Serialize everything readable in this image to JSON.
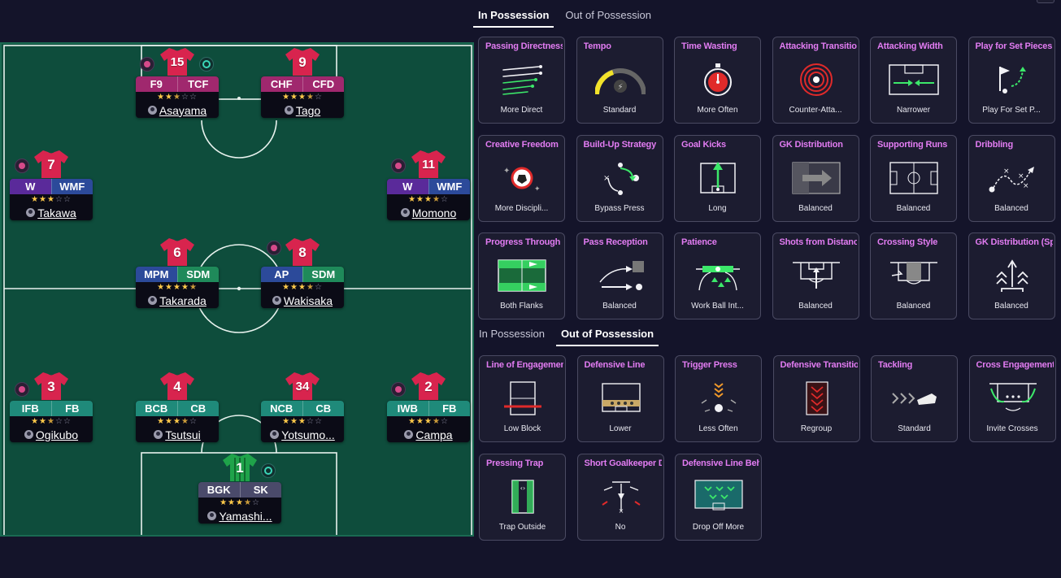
{
  "colors": {
    "pitch": "#0e4d3c",
    "shirt_red": "#d8244e",
    "shirt_green": "#1fa34a",
    "tile_title": "#e27cf2",
    "accent_green": "#3ce86a"
  },
  "players": [
    {
      "number": "15",
      "roles": [
        "F9",
        "TCF"
      ],
      "role_colors": [
        "#a0286e",
        "#a0286e"
      ],
      "rating": 2.5,
      "stars": "★★",
      "half": "★",
      "empty": "☆☆",
      "name": "Asayama"
    },
    {
      "number": "9",
      "roles": [
        "CHF",
        "CFD"
      ],
      "role_colors": [
        "#a0286e",
        "#a0286e"
      ],
      "rating": 3.5,
      "stars": "★★★",
      "half": "★",
      "empty": "☆",
      "name": "Tago"
    },
    {
      "number": "7",
      "roles": [
        "W",
        "WMF"
      ],
      "role_colors": [
        "#5a2a9a",
        "#2c4a9a"
      ],
      "rating": 3,
      "stars": "★★★",
      "half": "",
      "empty": "☆☆",
      "name": "Takawa"
    },
    {
      "number": "11",
      "roles": [
        "W",
        "WMF"
      ],
      "role_colors": [
        "#5a2a9a",
        "#2c4a9a"
      ],
      "rating": 3.5,
      "stars": "★★★",
      "half": "★",
      "empty": "☆",
      "name": "Momono"
    },
    {
      "number": "6",
      "roles": [
        "MPM",
        "SDM"
      ],
      "role_colors": [
        "#2c4a9a",
        "#1f8a5a"
      ],
      "rating": 4.5,
      "stars": "★★★★",
      "half": "★",
      "empty": "",
      "name": "Takarada"
    },
    {
      "number": "8",
      "roles": [
        "AP",
        "SDM"
      ],
      "role_colors": [
        "#2c4a9a",
        "#1f8a5a"
      ],
      "rating": 3.5,
      "stars": "★★★",
      "half": "★",
      "empty": "☆",
      "name": "Wakisaka"
    },
    {
      "number": "3",
      "roles": [
        "IFB",
        "FB"
      ],
      "role_colors": [
        "#1f8a7a",
        "#1f8a7a"
      ],
      "rating": 2.5,
      "stars": "★★",
      "half": "★",
      "empty": "☆☆",
      "name": "Ogikubo"
    },
    {
      "number": "4",
      "roles": [
        "BCB",
        "CB"
      ],
      "role_colors": [
        "#1f8a7a",
        "#1f8a7a"
      ],
      "rating": 3.5,
      "stars": "★★★",
      "half": "★",
      "empty": "☆",
      "name": "Tsutsui"
    },
    {
      "number": "34",
      "roles": [
        "NCB",
        "CB"
      ],
      "role_colors": [
        "#1f8a7a",
        "#1f8a7a"
      ],
      "rating": 3,
      "stars": "★★★",
      "half": "",
      "empty": "☆☆",
      "name": "Yotsumo..."
    },
    {
      "number": "2",
      "roles": [
        "IWB",
        "FB"
      ],
      "role_colors": [
        "#1f8a7a",
        "#1f8a7a"
      ],
      "rating": 3.5,
      "stars": "★★★",
      "half": "★",
      "empty": "☆",
      "name": "Campa"
    },
    {
      "number": "1",
      "roles": [
        "BGK",
        "SK"
      ],
      "role_colors": [
        "#4a4a6a",
        "#4a4a6a"
      ],
      "rating": 3.5,
      "stars": "★★★",
      "half": "★",
      "empty": "☆",
      "name": "Yamashi..."
    }
  ],
  "tabs_top": {
    "in_possession": "In Possession",
    "out_of_possession": "Out of Possession"
  },
  "tabs_mid": {
    "in_possession": "In Possession",
    "out_of_possession": "Out of Possession"
  },
  "in_possession": [
    {
      "title": "Passing Directness",
      "value": "More Direct",
      "icon": "passing-directness-icon"
    },
    {
      "title": "Tempo",
      "value": "Standard",
      "icon": "tempo-gauge-icon"
    },
    {
      "title": "Time Wasting",
      "value": "More Often",
      "icon": "stopwatch-icon"
    },
    {
      "title": "Attacking Transition",
      "value": "Counter-Atta...",
      "icon": "target-rings-icon"
    },
    {
      "title": "Attacking Width",
      "value": "Narrower",
      "icon": "attacking-width-icon"
    },
    {
      "title": "Play for Set Pieces",
      "value": "Play For Set P...",
      "icon": "corner-flag-icon"
    },
    {
      "title": "Creative Freedom",
      "value": "More Discipli...",
      "icon": "football-sparkle-icon"
    },
    {
      "title": "Build-Up Strategy",
      "value": "Bypass Press",
      "icon": "build-up-icon"
    },
    {
      "title": "Goal Kicks",
      "value": "Long",
      "icon": "goal-kick-icon"
    },
    {
      "title": "GK Distribution",
      "value": "Balanced",
      "icon": "gk-distribution-icon"
    },
    {
      "title": "Supporting Runs",
      "value": "Balanced",
      "icon": "supporting-runs-icon"
    },
    {
      "title": "Dribbling",
      "value": "Balanced",
      "icon": "dribbling-icon"
    },
    {
      "title": "Progress Through",
      "value": "Both Flanks",
      "icon": "progress-flanks-icon"
    },
    {
      "title": "Pass Reception",
      "value": "Balanced",
      "icon": "pass-reception-icon"
    },
    {
      "title": "Patience",
      "value": "Work Ball Int...",
      "icon": "patience-icon"
    },
    {
      "title": "Shots from Distance",
      "value": "Balanced",
      "icon": "shots-distance-icon"
    },
    {
      "title": "Crossing Style",
      "value": "Balanced",
      "icon": "crossing-style-icon"
    },
    {
      "title": "GK Distribution (Speed",
      "value": "Balanced",
      "icon": "gk-speed-icon"
    }
  ],
  "out_of_possession": [
    {
      "title": "Line of Engagement",
      "value": "Low Block",
      "icon": "line-engagement-icon"
    },
    {
      "title": "Defensive Line",
      "value": "Lower",
      "icon": "defensive-line-icon"
    },
    {
      "title": "Trigger Press",
      "value": "Less Often",
      "icon": "trigger-press-icon"
    },
    {
      "title": "Defensive Transition",
      "value": "Regroup",
      "icon": "regroup-icon"
    },
    {
      "title": "Tackling",
      "value": "Standard",
      "icon": "tackling-boot-icon"
    },
    {
      "title": "Cross Engagement",
      "value": "Invite Crosses",
      "icon": "cross-engagement-icon"
    },
    {
      "title": "Pressing Trap",
      "value": "Trap Outside",
      "icon": "pressing-trap-icon"
    },
    {
      "title": "Short Goalkeeper Distr",
      "value": "No",
      "icon": "short-gk-icon"
    },
    {
      "title": "Defensive Line Behavic",
      "value": "Drop Off More",
      "icon": "defensive-behaviour-icon"
    }
  ]
}
